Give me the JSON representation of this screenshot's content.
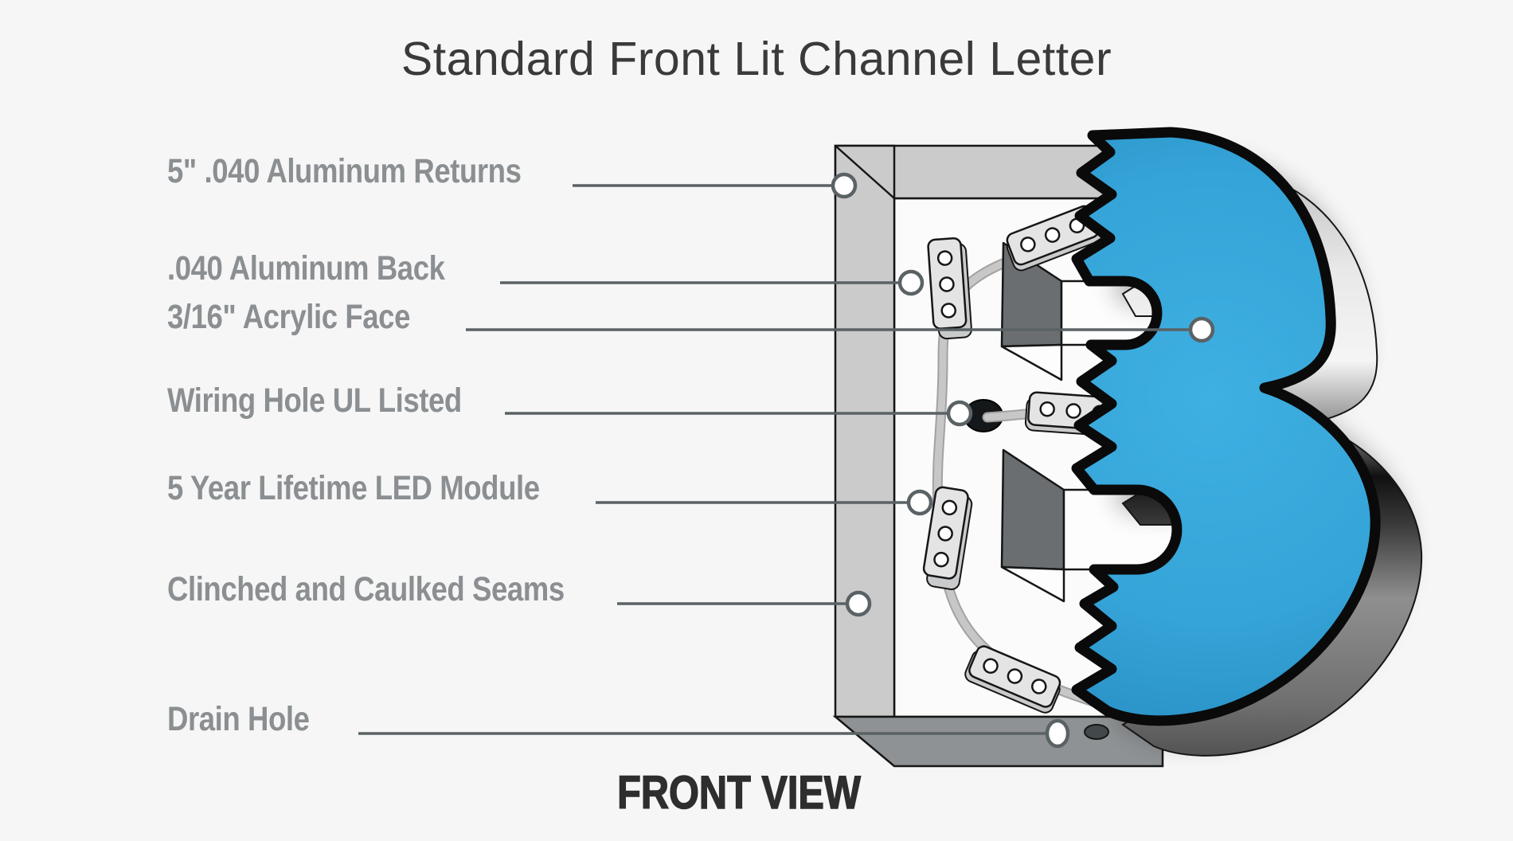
{
  "title": "Standard Front Lit Channel Letter",
  "view_label": "FRONT VIEW",
  "callouts": [
    {
      "label": "5\" .040 Aluminum Returns"
    },
    {
      "label": ".040 Aluminum Back"
    },
    {
      "label": "3/16\" Acrylic Face"
    },
    {
      "label": "Wiring Hole UL Listed"
    },
    {
      "label": "5 Year Lifetime LED Module"
    },
    {
      "label": "Clinched and Caulked Seams"
    },
    {
      "label": "Drain Hole"
    }
  ],
  "colors": {
    "background": "#f6f6f7",
    "label_gray": "#8b8f91",
    "callout_line_gray": "#5a6265",
    "face_blue": "#35a4d8",
    "can_gray": "#cccccc",
    "bottom_return_gray": "#8f9294",
    "prism_side_gray": "#6b6e70",
    "outline_black": "#111111"
  }
}
